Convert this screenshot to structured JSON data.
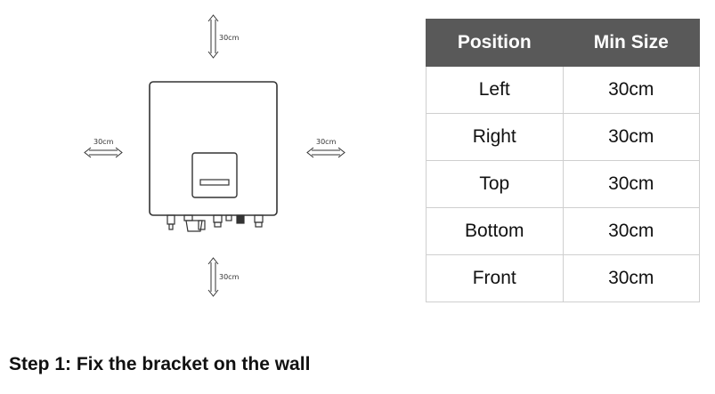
{
  "diagram": {
    "top_label": "30cm",
    "left_label": "30cm",
    "right_label": "30cm",
    "bottom_label": "30cm"
  },
  "table": {
    "headers": [
      "Position",
      "Min Size"
    ],
    "rows": [
      [
        "Left",
        "30cm"
      ],
      [
        "Right",
        "30cm"
      ],
      [
        "Top",
        "30cm"
      ],
      [
        "Bottom",
        "30cm"
      ],
      [
        "Front",
        "30cm"
      ]
    ]
  },
  "step_heading": "Step 1: Fix the bracket on the wall"
}
